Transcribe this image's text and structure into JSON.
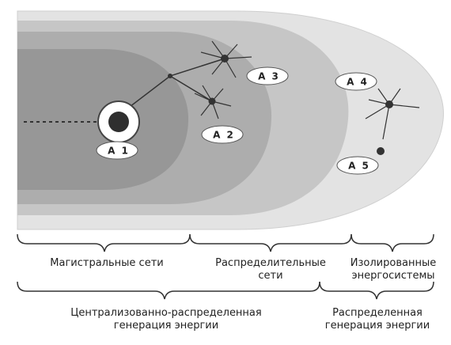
{
  "nodes": [
    {
      "id": "a1",
      "label": "А 1"
    },
    {
      "id": "a2",
      "label": "А 2"
    },
    {
      "id": "a3",
      "label": "А 3"
    },
    {
      "id": "a4",
      "label": "А 4"
    },
    {
      "id": "a5",
      "label": "А 5"
    }
  ],
  "zones": {
    "trunk": "Магистральные сети",
    "distribution_line1": "Распределительные",
    "distribution_line2": "сети",
    "isolated_line1": "Изолированные",
    "isolated_line2": "энергосистемы"
  },
  "generation": {
    "centralized_line1": "Централизованно-распределенная",
    "centralized_line2": "генерация энергии",
    "distributed_line1": "Распределенная",
    "distributed_line2": "генерация энергии"
  },
  "colors": {
    "outer_zone": "#e3e3e3",
    "zone2": "#c6c6c6",
    "zone3": "#adadad",
    "inner_zone": "#979797",
    "node_fill": "#3a3a3a"
  }
}
